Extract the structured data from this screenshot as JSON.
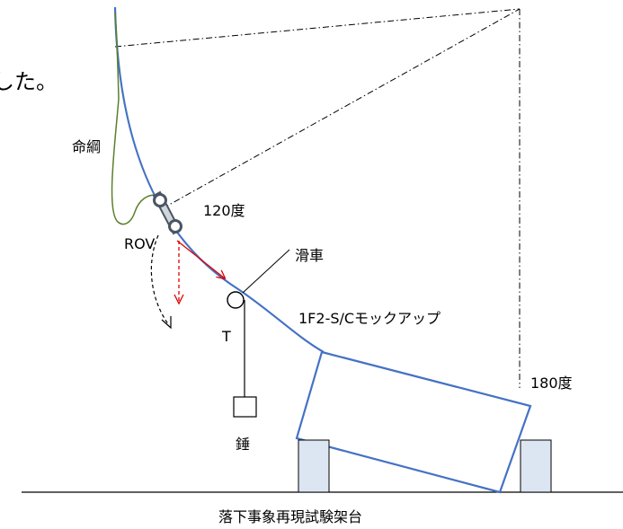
{
  "text": {
    "caption_fragment": "した。",
    "lifeline": "命綱",
    "rov": "ROV",
    "angle_120": "120度",
    "pulley": "滑車",
    "tension": "T",
    "mockup": "1F2-S/Cモックアップ",
    "angle_180": "180度",
    "weight": "錘",
    "title": "落下事象再現試験架台"
  },
  "colors": {
    "curve": "#4472c4",
    "lifeline": "#5a7f2a",
    "arrow": "#e00000",
    "support_fill": "#dce6f2",
    "line": "#000000"
  }
}
